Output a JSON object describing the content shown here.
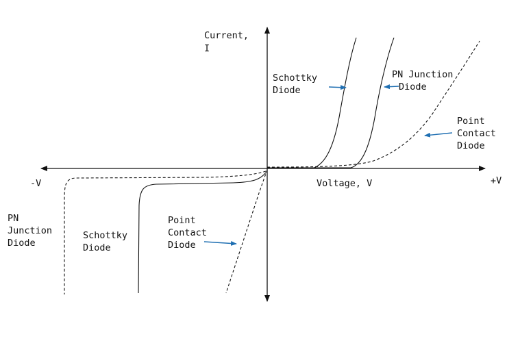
{
  "diagram": {
    "labels": {
      "y_axis": [
        "Current,",
        "I"
      ],
      "x_axis": "Voltage, V",
      "neg_v": "-V",
      "pos_v": "+V",
      "fwd_schottky": [
        "Schottky",
        "Diode"
      ],
      "fwd_pn": [
        "PN Junction",
        "Diode"
      ],
      "fwd_point": [
        "Point",
        "Contact",
        "Diode"
      ],
      "rev_pn": [
        "PN",
        "Junction",
        "Diode"
      ],
      "rev_schottky": [
        "Schottky",
        "Diode"
      ],
      "rev_point": [
        "Point",
        "Contact",
        "Diode"
      ]
    },
    "colors": {
      "line": "#111111",
      "pointer_arrow": "#1f6fb2",
      "background": "#ffffff"
    }
  }
}
